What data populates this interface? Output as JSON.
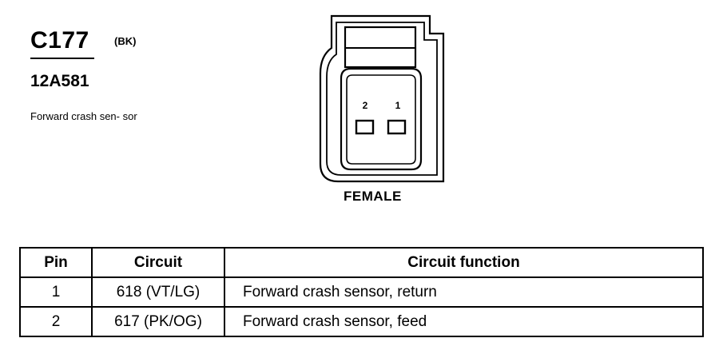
{
  "connector": {
    "id": "C177",
    "color_code": "(BK)",
    "part_number": "12A581",
    "description": "Forward crash sen- sor",
    "gender": "FEMALE"
  },
  "pins": {
    "labels": [
      "2",
      "1"
    ]
  },
  "table": {
    "headers": [
      "Pin",
      "Circuit",
      "Circuit function"
    ],
    "rows": [
      {
        "pin": "1",
        "circuit": "618 (VT/LG)",
        "function": "Forward crash sensor, return"
      },
      {
        "pin": "2",
        "circuit": "617 (PK/OG)",
        "function": "Forward crash sensor, feed"
      }
    ]
  }
}
